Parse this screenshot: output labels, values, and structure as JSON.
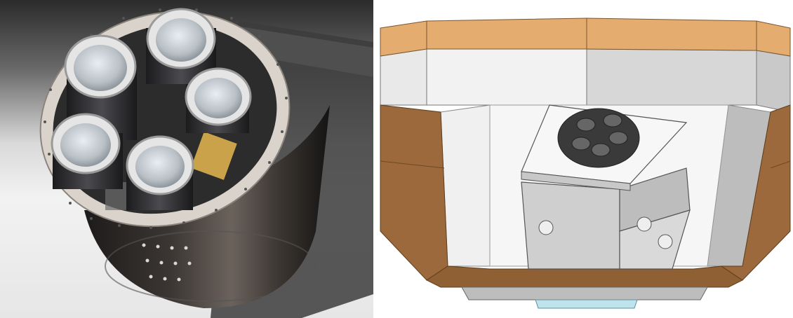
{
  "figure": {
    "panels": [
      {
        "id": "left",
        "subject": "render-cylindrical-housing-five-lens-tubes"
      },
      {
        "id": "right",
        "subject": "render-octagonal-enclosure-with-mounted-instrument"
      }
    ]
  },
  "colors": {
    "left_background_dark": "#2a2a2a",
    "left_background_light": "#e8e8e8",
    "housing_dark": "#2b2826",
    "flange_ring": "#d8d2ca",
    "lens_rim": "#e6e6e6",
    "lens_glass": "#bfc4c8",
    "wood_panel": "#9c6a3c",
    "wood_top_band": "#e2ad6e",
    "interior_white": "#f4f4f4",
    "interior_grey": "#d2d2d2",
    "mount_grey": "#cfcfcf",
    "base_blue": "#bfe3ec"
  }
}
